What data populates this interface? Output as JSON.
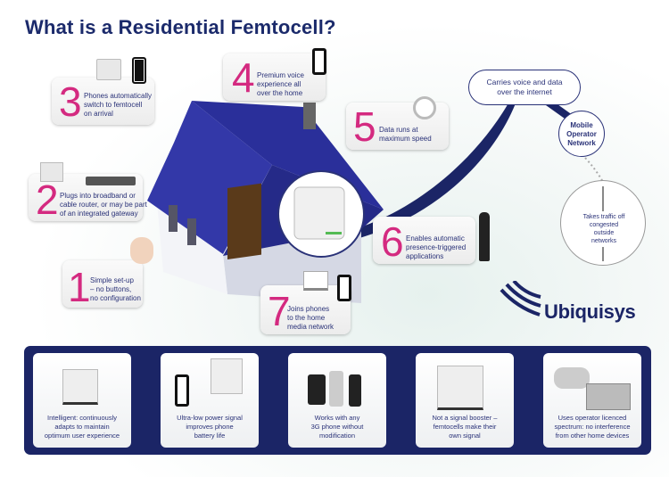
{
  "title": "What is a Residential Femtocell?",
  "steps": [
    {
      "num": "1",
      "line1": "Simple set-up",
      "line2": "– no buttons,",
      "line3": "no configuration"
    },
    {
      "num": "2",
      "line1": "Plugs into broadband or",
      "line2": "cable router, or may be part",
      "line3": "of an integrated gateway"
    },
    {
      "num": "3",
      "line1": "Phones automatically",
      "line2": "switch to femtocell",
      "line3": "on arrival"
    },
    {
      "num": "4",
      "line1": "Premium voice",
      "line2": "experience all",
      "line3": "over the home"
    },
    {
      "num": "5",
      "line1": "Data runs at",
      "line2": "maximum speed"
    },
    {
      "num": "6",
      "line1": "Enables automatic",
      "line2": "presence-triggered",
      "line3": "applications"
    },
    {
      "num": "7",
      "line1": "Joins phones",
      "line2": "to the home",
      "line3": "media network"
    }
  ],
  "cloud": {
    "line1": "Carries voice and data",
    "line2": "over the internet"
  },
  "operator": {
    "line1": "Mobile",
    "line2": "Operator",
    "line3": "Network"
  },
  "tower": {
    "line1": "Takes traffic off",
    "line2": "congested",
    "line3": "outside",
    "line4": "networks"
  },
  "logo": "Ubiquisys",
  "benefits": [
    {
      "line1": "Intelligent: continuously",
      "line2": "adapts to maintain",
      "line3": "optimum user experience"
    },
    {
      "line1": "Ultra-low power signal",
      "line2": "improves phone",
      "line3": "battery life"
    },
    {
      "line1": "Works with any",
      "line2": "3G phone without",
      "line3": "modification"
    },
    {
      "line1": "Not a signal booster –",
      "line2": "femtocells make their",
      "line3": "own signal"
    },
    {
      "line1": "Uses operator licenced",
      "line2": "spectrum: no interference",
      "line3": "from other home devices"
    }
  ],
  "colors": {
    "navy": "#1b2566",
    "pink": "#d42a80",
    "roof": "#2a2f9a"
  }
}
